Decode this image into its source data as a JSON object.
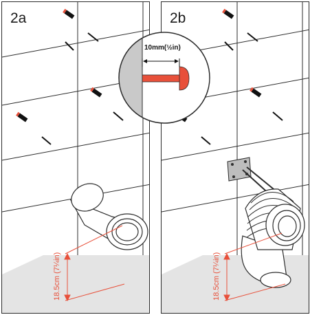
{
  "panels": [
    {
      "label": "2a",
      "dimension_label": "18.5cm (7¼in)"
    },
    {
      "label": "2b",
      "dimension_label": "18.5cm (7¼in)"
    }
  ],
  "detail": {
    "label": "10mm(½in)"
  },
  "colors": {
    "accent": "#e8503a",
    "floor": "#e4e4e4",
    "wall_lines": "#2b2b2b",
    "wall_section": "#c9c9c9"
  }
}
